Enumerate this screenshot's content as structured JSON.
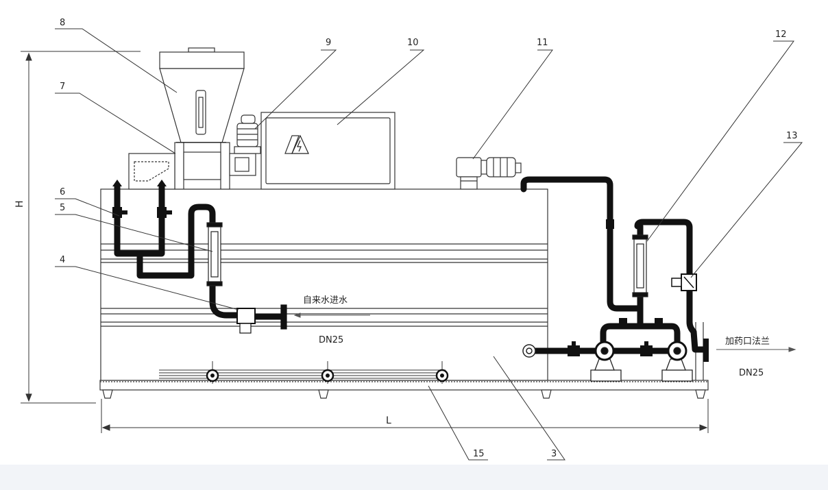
{
  "callouts": [
    "8",
    "9",
    "10",
    "11",
    "12",
    "7",
    "6",
    "5",
    "4",
    "13",
    "15",
    "3"
  ],
  "labels": {
    "water_inlet": "自来水进水",
    "inlet_size": "DN25",
    "dosing_outlet": "加药口法兰",
    "outlet_size": "DN25",
    "height": "H",
    "length": "L"
  },
  "colors": {
    "pipe": "#111111",
    "line": "#333333",
    "background": "#ffffff",
    "bottom_band": "#f2f4f8"
  }
}
